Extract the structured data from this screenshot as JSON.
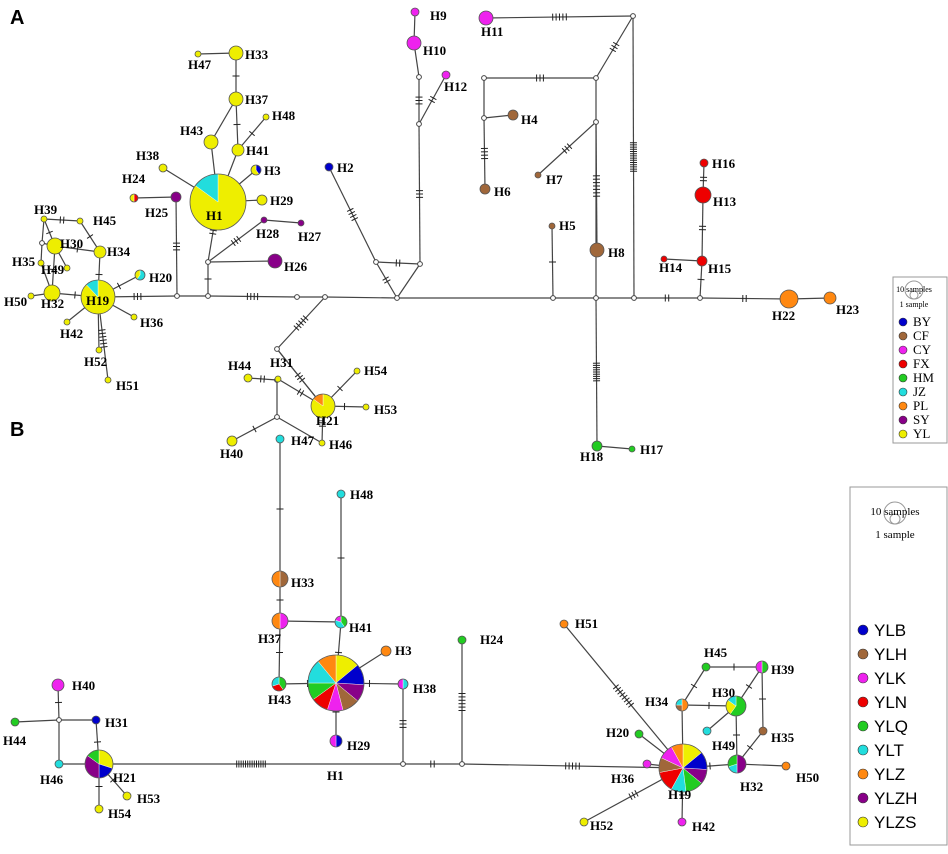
{
  "panels": [
    {
      "letter": "A",
      "legend": {
        "size_labels": [
          "10 samples",
          "1 sample"
        ],
        "groups": [
          {
            "name": "BY",
            "color": "#0000cc"
          },
          {
            "name": "CF",
            "color": "#a0673a"
          },
          {
            "name": "CY",
            "color": "#ee22ee"
          },
          {
            "name": "FX",
            "color": "#ee0000"
          },
          {
            "name": "HM",
            "color": "#22cc22"
          },
          {
            "name": "JZ",
            "color": "#22dddd"
          },
          {
            "name": "PL",
            "color": "#ff8811"
          },
          {
            "name": "SY",
            "color": "#880088"
          },
          {
            "name": "YL",
            "color": "#eeee00"
          }
        ]
      },
      "haplotypes": [
        "H1",
        "H2",
        "H3",
        "H4",
        "H5",
        "H6",
        "H7",
        "H8",
        "H9",
        "H10",
        "H11",
        "H12",
        "H13",
        "H14",
        "H15",
        "H16",
        "H17",
        "H18",
        "H19",
        "H20",
        "H21",
        "H22",
        "H23",
        "H24",
        "H25",
        "H26",
        "H27",
        "H28",
        "H29",
        "H30",
        "H31",
        "H32",
        "H33",
        "H34",
        "H35",
        "H36",
        "H37",
        "H38",
        "H39",
        "H40",
        "H41",
        "H42",
        "H43",
        "H44",
        "H45",
        "H46",
        "H47",
        "H48",
        "H49",
        "H50",
        "H51",
        "H52",
        "H53",
        "H54"
      ]
    },
    {
      "letter": "B",
      "legend": {
        "size_labels": [
          "10 samples",
          "1 sample"
        ],
        "groups": [
          {
            "name": "YLB",
            "color": "#0000cc"
          },
          {
            "name": "YLH",
            "color": "#a0673a"
          },
          {
            "name": "YLK",
            "color": "#ee22ee"
          },
          {
            "name": "YLN",
            "color": "#ee0000"
          },
          {
            "name": "YLQ",
            "color": "#22cc22"
          },
          {
            "name": "YLT",
            "color": "#22dddd"
          },
          {
            "name": "YLZ",
            "color": "#ff8811"
          },
          {
            "name": "YLZH",
            "color": "#880088"
          },
          {
            "name": "YLZS",
            "color": "#eeee00"
          }
        ]
      },
      "haplotypes": [
        "H1",
        "H3",
        "H19",
        "H20",
        "H21",
        "H24",
        "H29",
        "H30",
        "H31",
        "H32",
        "H33",
        "H34",
        "H35",
        "H36",
        "H37",
        "H38",
        "H39",
        "H40",
        "H41",
        "H42",
        "H43",
        "H44",
        "H45",
        "H46",
        "H47",
        "H48",
        "H49",
        "H50",
        "H51",
        "H52",
        "H53",
        "H54"
      ]
    }
  ]
}
